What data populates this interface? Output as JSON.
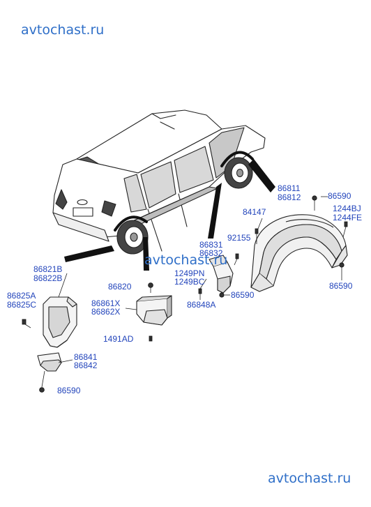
{
  "watermarks": {
    "top": "avtochast.ru",
    "middle": "avtochast.ru",
    "bottom": "avtochast.ru"
  },
  "part_numbers": {
    "p86811": "86811",
    "p86812": "86812",
    "p86590_top": "86590",
    "p84147": "84147",
    "p1244BJ": "1244BJ",
    "p1244FE": "1244FE",
    "p86831": "86831",
    "p86832": "86832",
    "p92155": "92155",
    "p86590_right": "86590",
    "p1249PN": "1249PN",
    "p1249BC": "1249BC",
    "p86848A": "86848A",
    "p86590_mid": "86590",
    "p86821B": "86821B",
    "p86822B": "86822B",
    "p86820": "86820",
    "p86825A": "86825A",
    "p86825C": "86825C",
    "p86861X": "86861X",
    "p86862X": "86862X",
    "p1491AD": "1491AD",
    "p86841": "86841",
    "p86842": "86842",
    "p86590_bottom": "86590"
  },
  "colors": {
    "label": "#2244bb",
    "watermark": "#2f6fc8",
    "line": "#222222",
    "fill": "#f4f4f4",
    "shade": "#8a8a8a"
  }
}
